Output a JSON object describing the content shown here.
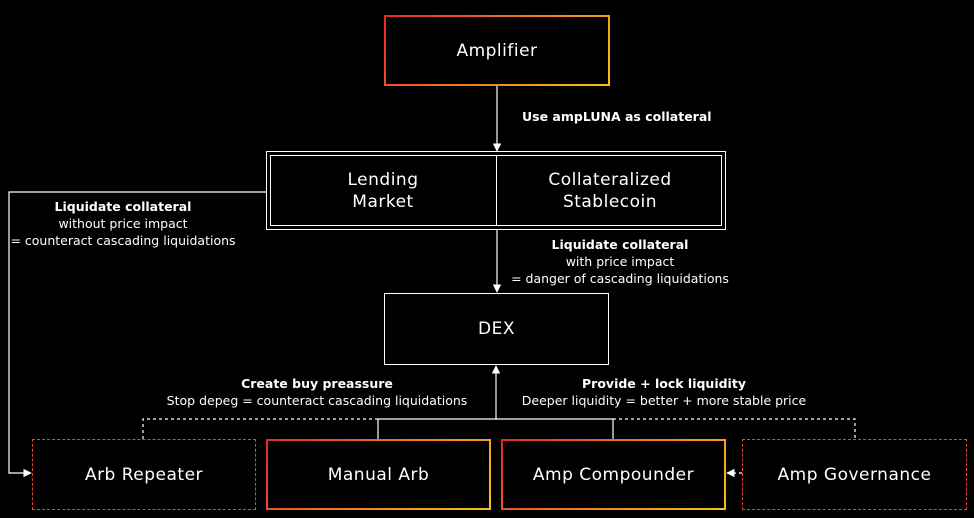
{
  "nodes": {
    "amplifier": "Amplifier",
    "lending_market": [
      "Lending",
      "Market"
    ],
    "collateralized_stablecoin": [
      "Collateralized",
      "Stablecoin"
    ],
    "dex": "DEX",
    "arb_repeater": "Arb Repeater",
    "manual_arb": "Manual Arb",
    "amp_compounder": "Amp Compounder",
    "amp_governance": "Amp Governance"
  },
  "edges": {
    "amplifier_to_market": "Use ampLUNA as collateral",
    "market_to_dex": {
      "title": "Liquidate collateral",
      "line2": "with price impact",
      "line3": "= danger of cascading liquidations"
    },
    "market_to_arb_repeater": {
      "title": "Liquidate collateral",
      "line2": "without price impact",
      "line3": "= counteract cascading liquidations"
    },
    "arb_to_dex": {
      "title": "Create buy preassure",
      "line2": "Stop depeg = counteract cascading liquidations"
    },
    "compounder_to_dex": {
      "title": "Provide + lock liquidity",
      "line2": "Deeper liquidity = better + more stable price"
    }
  },
  "colors": {
    "background": "#000000",
    "gradient_start": "#e8262d",
    "gradient_mid": "#f07c22",
    "gradient_end": "#f7c21b",
    "dashed_accent": "#e8452a",
    "line": "#ffffff"
  }
}
